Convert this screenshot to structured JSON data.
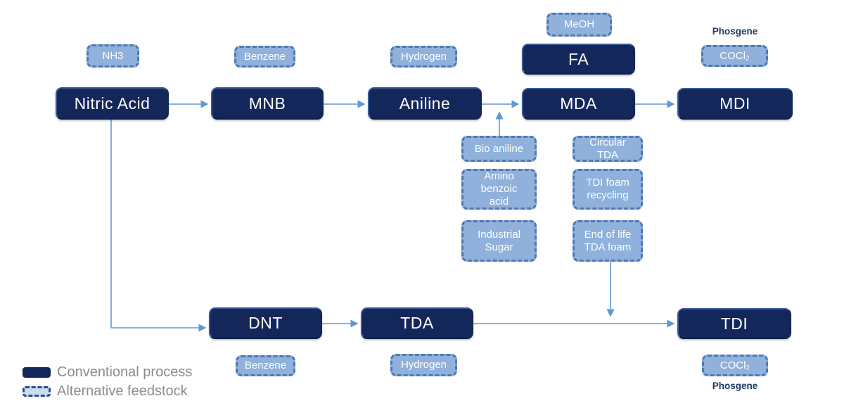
{
  "legend": {
    "conventional_label": "Conventional process",
    "alternative_label": "Alternative feedstock"
  },
  "colors": {
    "conventional_fill": "#13275B",
    "alternative_fill": "#8FB1DB",
    "alternative_border": "#4E79B4",
    "legend_alternative_fill": "#CDDCEF",
    "arrow": "#5B9BD5",
    "phosgene_label_text": "#1F3864",
    "legend_text": "#8C8C8C",
    "box_text": "#FFFFFF"
  },
  "process_boxes": {
    "nitric_acid": "Nitric Acid",
    "mnb": "MNB",
    "aniline": "Aniline",
    "fa": "FA",
    "mda": "MDA",
    "mdi": "MDI",
    "dnt": "DNT",
    "tda": "TDA",
    "tdi": "TDI"
  },
  "feedstock_boxes": {
    "nh3": "NH3",
    "benzene_top": "Benzene",
    "hydrogen_top": "Hydrogen",
    "meoh": "MeOH",
    "cocl2_top": "COCl₂",
    "bio_aniline": "Bio aniline",
    "amino_benzoic_acid": "Amino\nbenzoic\nacid",
    "industrial_sugar": "Industrial\nSugar",
    "circular_tda": "Circular\nTDA",
    "tdi_foam_recycling": "TDI foam\nrecycling",
    "end_of_life_tda_foam": "End of life\nTDA foam",
    "benzene_bottom": "Benzene",
    "hydrogen_bottom": "Hydrogen",
    "cocl2_bottom": "COCl₂"
  },
  "labels": {
    "phosgene_top": "Phosgene",
    "phosgene_bottom": "Phosgene"
  },
  "connections": [
    "Nitric Acid -> MNB",
    "MNB -> Aniline",
    "Aniline -> MDA",
    "MDA -> MDI",
    "Bio aniline -> (Aniline-MDA stream)",
    "Nitric Acid -> DNT",
    "DNT -> TDA",
    "TDA -> TDI",
    "End of life TDA foam -> (TDA-TDI stream)"
  ]
}
